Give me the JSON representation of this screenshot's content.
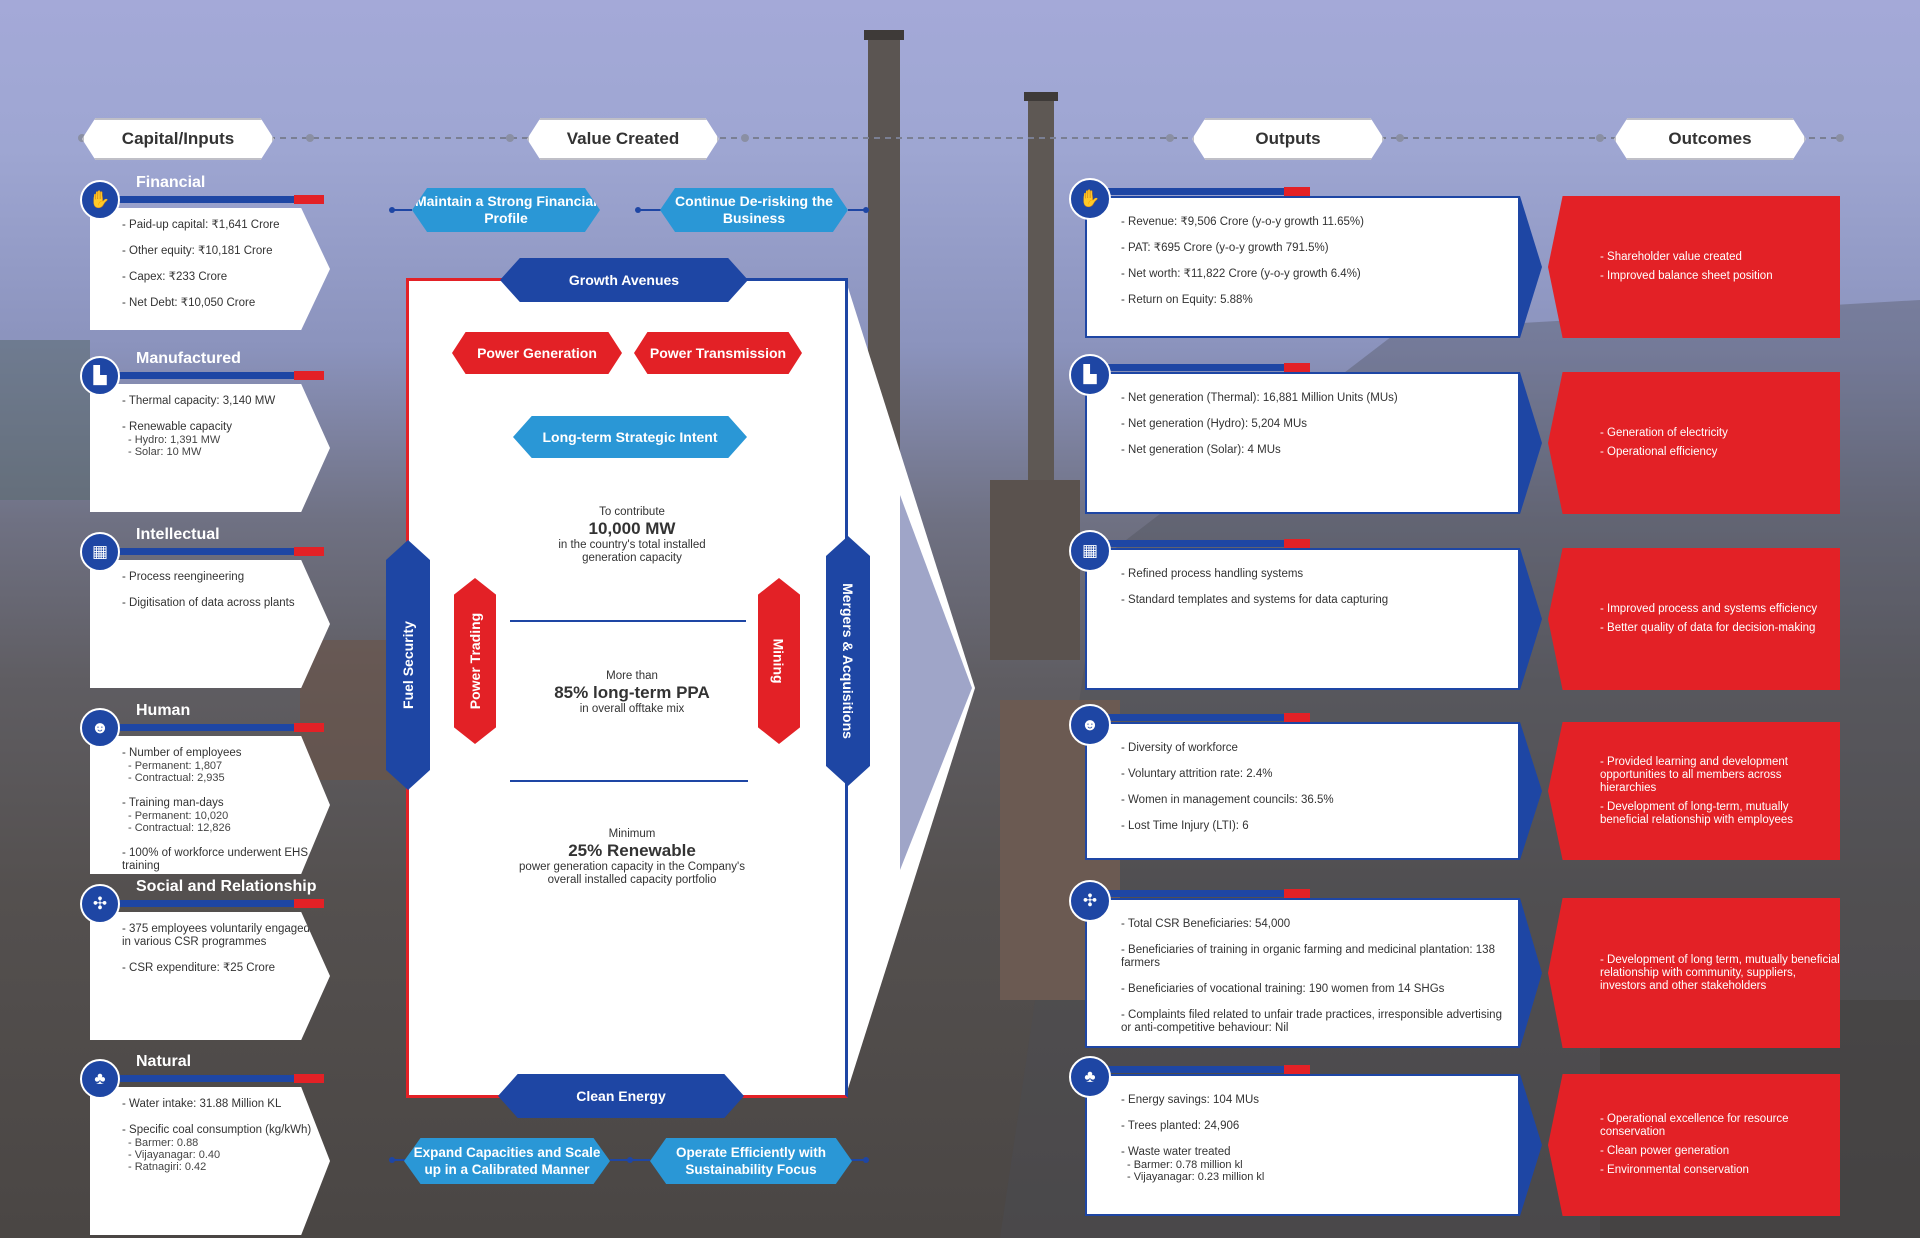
{
  "headers": {
    "capital": "Capital/Inputs",
    "value": "Value Created",
    "outputs": "Outputs",
    "outcomes": "Outcomes"
  },
  "capitals": [
    {
      "title": "Financial",
      "icon": "hand-coins-icon",
      "items": [
        {
          "text": "- Paid-up capital: ₹1,641 Crore",
          "subs": []
        },
        {
          "text": "- Other equity: ₹10,181 Crore",
          "subs": []
        },
        {
          "text": "- Capex: ₹233 Crore",
          "subs": []
        },
        {
          "text": "- Net Debt: ₹10,050 Crore",
          "subs": []
        }
      ]
    },
    {
      "title": "Manufactured",
      "icon": "factory-icon",
      "items": [
        {
          "text": "- Thermal capacity: 3,140 MW",
          "subs": []
        },
        {
          "text": "- Renewable capacity",
          "subs": [
            "- Hydro: 1,391 MW",
            "- Solar: 10 MW"
          ]
        }
      ]
    },
    {
      "title": "Intellectual",
      "icon": "chip-brain-icon",
      "items": [
        {
          "text": "- Process reengineering",
          "subs": []
        },
        {
          "text": "- Digitisation of data across plants",
          "subs": []
        }
      ]
    },
    {
      "title": "Human",
      "icon": "people-icon",
      "items": [
        {
          "text": "- Number of employees",
          "subs": [
            "- Permanent: 1,807",
            "- Contractual: 2,935"
          ]
        },
        {
          "text": "- Training man-days",
          "subs": [
            "- Permanent: 10,020",
            "- Contractual: 12,826"
          ]
        },
        {
          "text": "- 100% of workforce underwent EHS training",
          "subs": []
        }
      ]
    },
    {
      "title": "Social and Relationship",
      "icon": "network-people-icon",
      "items": [
        {
          "text": "- 375 employees voluntarily engaged in various CSR programmes",
          "subs": []
        },
        {
          "text": "- CSR expenditure: ₹25 Crore",
          "subs": []
        }
      ]
    },
    {
      "title": "Natural",
      "icon": "tree-icon",
      "items": [
        {
          "text": "- Water intake: 31.88 Million KL",
          "subs": []
        },
        {
          "text": "- Specific coal consumption (kg/kWh)",
          "subs": [
            "- Barmer: 0.88",
            "- Vijayanagar: 0.40",
            "- Ratnagiri: 0.42"
          ]
        }
      ]
    }
  ],
  "value": {
    "top_left": "Maintain a Strong Financial Profile",
    "top_right": "Continue De-risking the Business",
    "growth": "Growth Avenues",
    "power_generation": "Power Generation",
    "power_transmission": "Power Transmission",
    "strategic": "Long-term Strategic Intent",
    "fuel_security": "Fuel Security",
    "power_trading": "Power Trading",
    "mining": "Mining",
    "mergers": "Mergers & Acquisitions",
    "t1_pre": "To contribute",
    "t1_big": "10,000 MW",
    "t1_post": "in the country's total installed generation capacity",
    "t2_pre": "More than",
    "t2_big": "85% long-term PPA",
    "t2_post": "in overall offtake mix",
    "t3_pre": "Minimum",
    "t3_big": "25% Renewable",
    "t3_post": "power generation capacity in the Company's overall installed capacity portfolio",
    "clean": "Clean Energy",
    "bottom_left": "Expand Capacities and Scale up in a Calibrated Manner",
    "bottom_right": "Operate Efficiently with Sustainability Focus"
  },
  "outputs": [
    {
      "icon": "hand-coins-icon",
      "items": [
        {
          "text": "- Revenue: ₹9,506 Crore (y-o-y growth 11.65%)",
          "subs": []
        },
        {
          "text": "- PAT: ₹695 Crore (y-o-y growth 791.5%)",
          "subs": []
        },
        {
          "text": "- Net worth: ₹11,822 Crore (y-o-y growth 6.4%)",
          "subs": []
        },
        {
          "text": "- Return on Equity: 5.88%",
          "subs": []
        }
      ]
    },
    {
      "icon": "factory-icon",
      "items": [
        {
          "text": "- Net generation (Thermal): 16,881 Million Units (MUs)",
          "subs": []
        },
        {
          "text": "- Net generation (Hydro): 5,204 MUs",
          "subs": []
        },
        {
          "text": "- Net generation (Solar): 4 MUs",
          "subs": []
        }
      ]
    },
    {
      "icon": "chip-brain-icon",
      "items": [
        {
          "text": "- Refined process handling systems",
          "subs": []
        },
        {
          "text": "- Standard templates and systems for data capturing",
          "subs": []
        }
      ]
    },
    {
      "icon": "people-icon",
      "items": [
        {
          "text": "- Diversity of workforce",
          "subs": []
        },
        {
          "text": "- Voluntary attrition rate: 2.4%",
          "subs": []
        },
        {
          "text": "- Women in management councils: 36.5%",
          "subs": []
        },
        {
          "text": "- Lost Time Injury (LTI): 6",
          "subs": []
        }
      ]
    },
    {
      "icon": "network-people-icon",
      "items": [
        {
          "text": "- Total CSR Beneficiaries: 54,000",
          "subs": []
        },
        {
          "text": "- Beneficiaries of training in organic farming and medicinal plantation: 138 farmers",
          "subs": []
        },
        {
          "text": "- Beneficiaries of vocational training: 190 women from 14 SHGs",
          "subs": []
        },
        {
          "text": "- Complaints filed related to unfair trade practices, irresponsible advertising or anti-competitive behaviour: Nil",
          "subs": []
        }
      ]
    },
    {
      "icon": "tree-icon",
      "items": [
        {
          "text": "- Energy savings: 104 MUs",
          "subs": []
        },
        {
          "text": "- Trees planted: 24,906",
          "subs": []
        },
        {
          "text": "- Waste water treated",
          "subs": [
            "- Barmer: 0.78 million kl",
            "- Vijayanagar: 0.23 million kl"
          ]
        }
      ]
    }
  ],
  "outcomes": [
    [
      "- Shareholder value created",
      "- Improved balance sheet position"
    ],
    [
      "- Generation of electricity",
      "- Operational efficiency"
    ],
    [
      "- Improved process and systems efficiency",
      "- Better quality of data for decision-making"
    ],
    [
      "- Provided learning and development opportunities to all members across hierarchies",
      "- Development of long-term, mutually beneficial relationship with employees"
    ],
    [
      "- Development of long term, mutually beneficial relationship with community, suppliers, investors and other stakeholders"
    ],
    [
      "- Operational excellence for resource conservation",
      "- Clean power generation",
      "- Environmental conservation"
    ]
  ]
}
